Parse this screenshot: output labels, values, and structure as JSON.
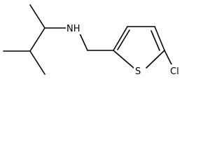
{
  "molecule": {
    "atoms": {
      "amine": "NH",
      "sulfur": "S",
      "chlorine": "Cl"
    },
    "colors": {
      "bond": "#000000",
      "label": "#000000",
      "background": "#ffffff"
    }
  }
}
